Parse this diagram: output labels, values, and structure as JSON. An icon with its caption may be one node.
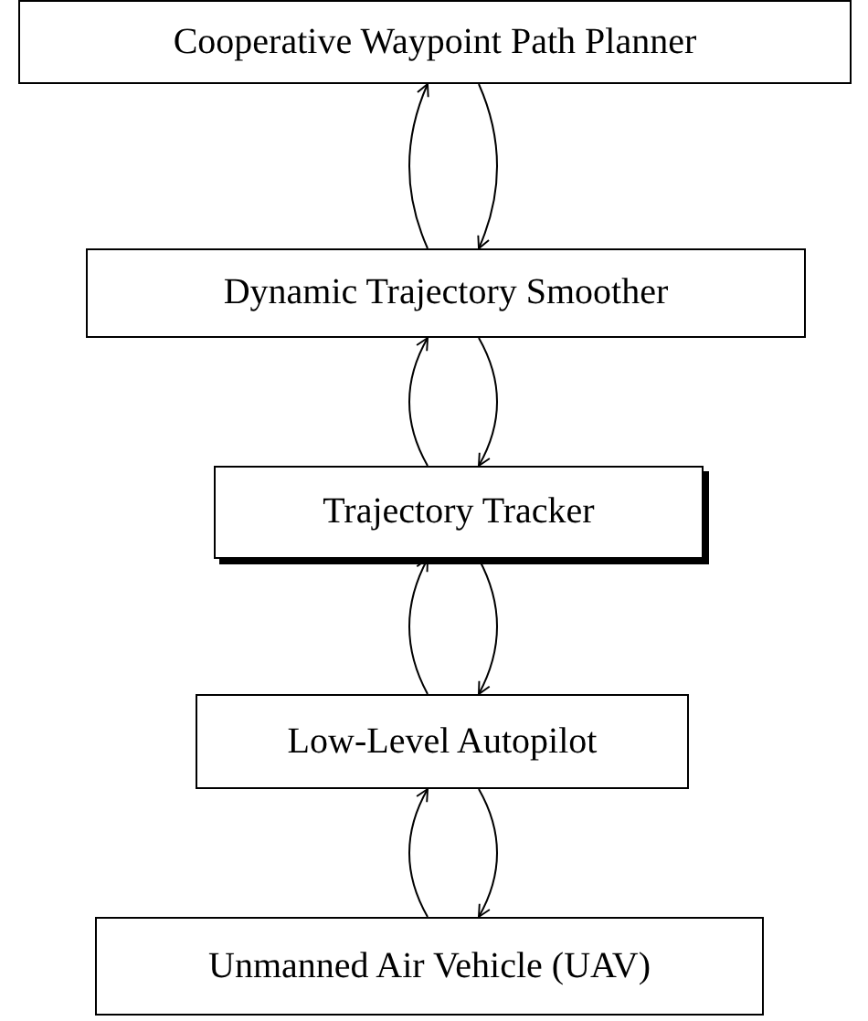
{
  "diagram": {
    "nodes": [
      {
        "text": [
          "Cooperative Waypoint Path Planner"
        ]
      },
      {
        "text": [
          "Dynamic Trajectory Smoother"
        ]
      },
      {
        "text": [
          "Trajectory Tracker"
        ]
      },
      {
        "text": [
          "Low-Level Autopilot"
        ]
      },
      {
        "text": [
          "Unmanned Air Vehicle (UAV)"
        ]
      }
    ],
    "edges": [
      {
        "from": 1,
        "to": 0,
        "arrow": "to"
      },
      {
        "from": 0,
        "to": 1,
        "arrow": "to"
      },
      {
        "from": 2,
        "to": 1,
        "arrow": "to"
      },
      {
        "from": 1,
        "to": 2,
        "arrow": "to"
      },
      {
        "from": 3,
        "to": 2,
        "arrow": "to"
      },
      {
        "from": 2,
        "to": 3,
        "arrow": "to"
      },
      {
        "from": 4,
        "to": 3,
        "arrow": "to"
      },
      {
        "from": 3,
        "to": 4,
        "arrow": "to"
      }
    ]
  }
}
